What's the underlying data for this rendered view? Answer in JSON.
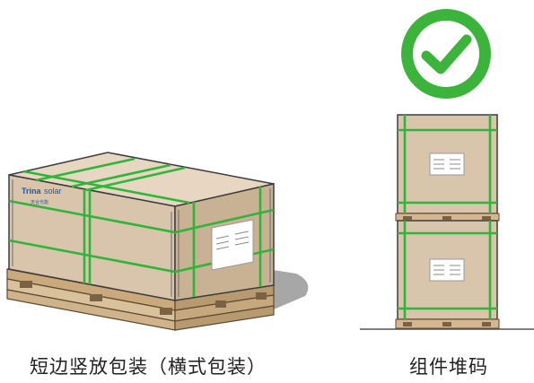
{
  "left_illustration": {
    "brand_logo_text": "Trinasolar",
    "brand_logo_subtext": "天合光能",
    "caption": "短边竖放包装（横式包装）"
  },
  "right_illustration": {
    "status_icon": "check-circle-icon",
    "caption": "组件堆码"
  },
  "colors": {
    "box_face": "#d7c3a9",
    "box_top": "#e6d6c2",
    "box_side": "#c7b091",
    "strap": "#2fb53a",
    "pallet": "#c9ad85",
    "check": "#3cb43c",
    "logo_blue": "#1a5aa8"
  }
}
